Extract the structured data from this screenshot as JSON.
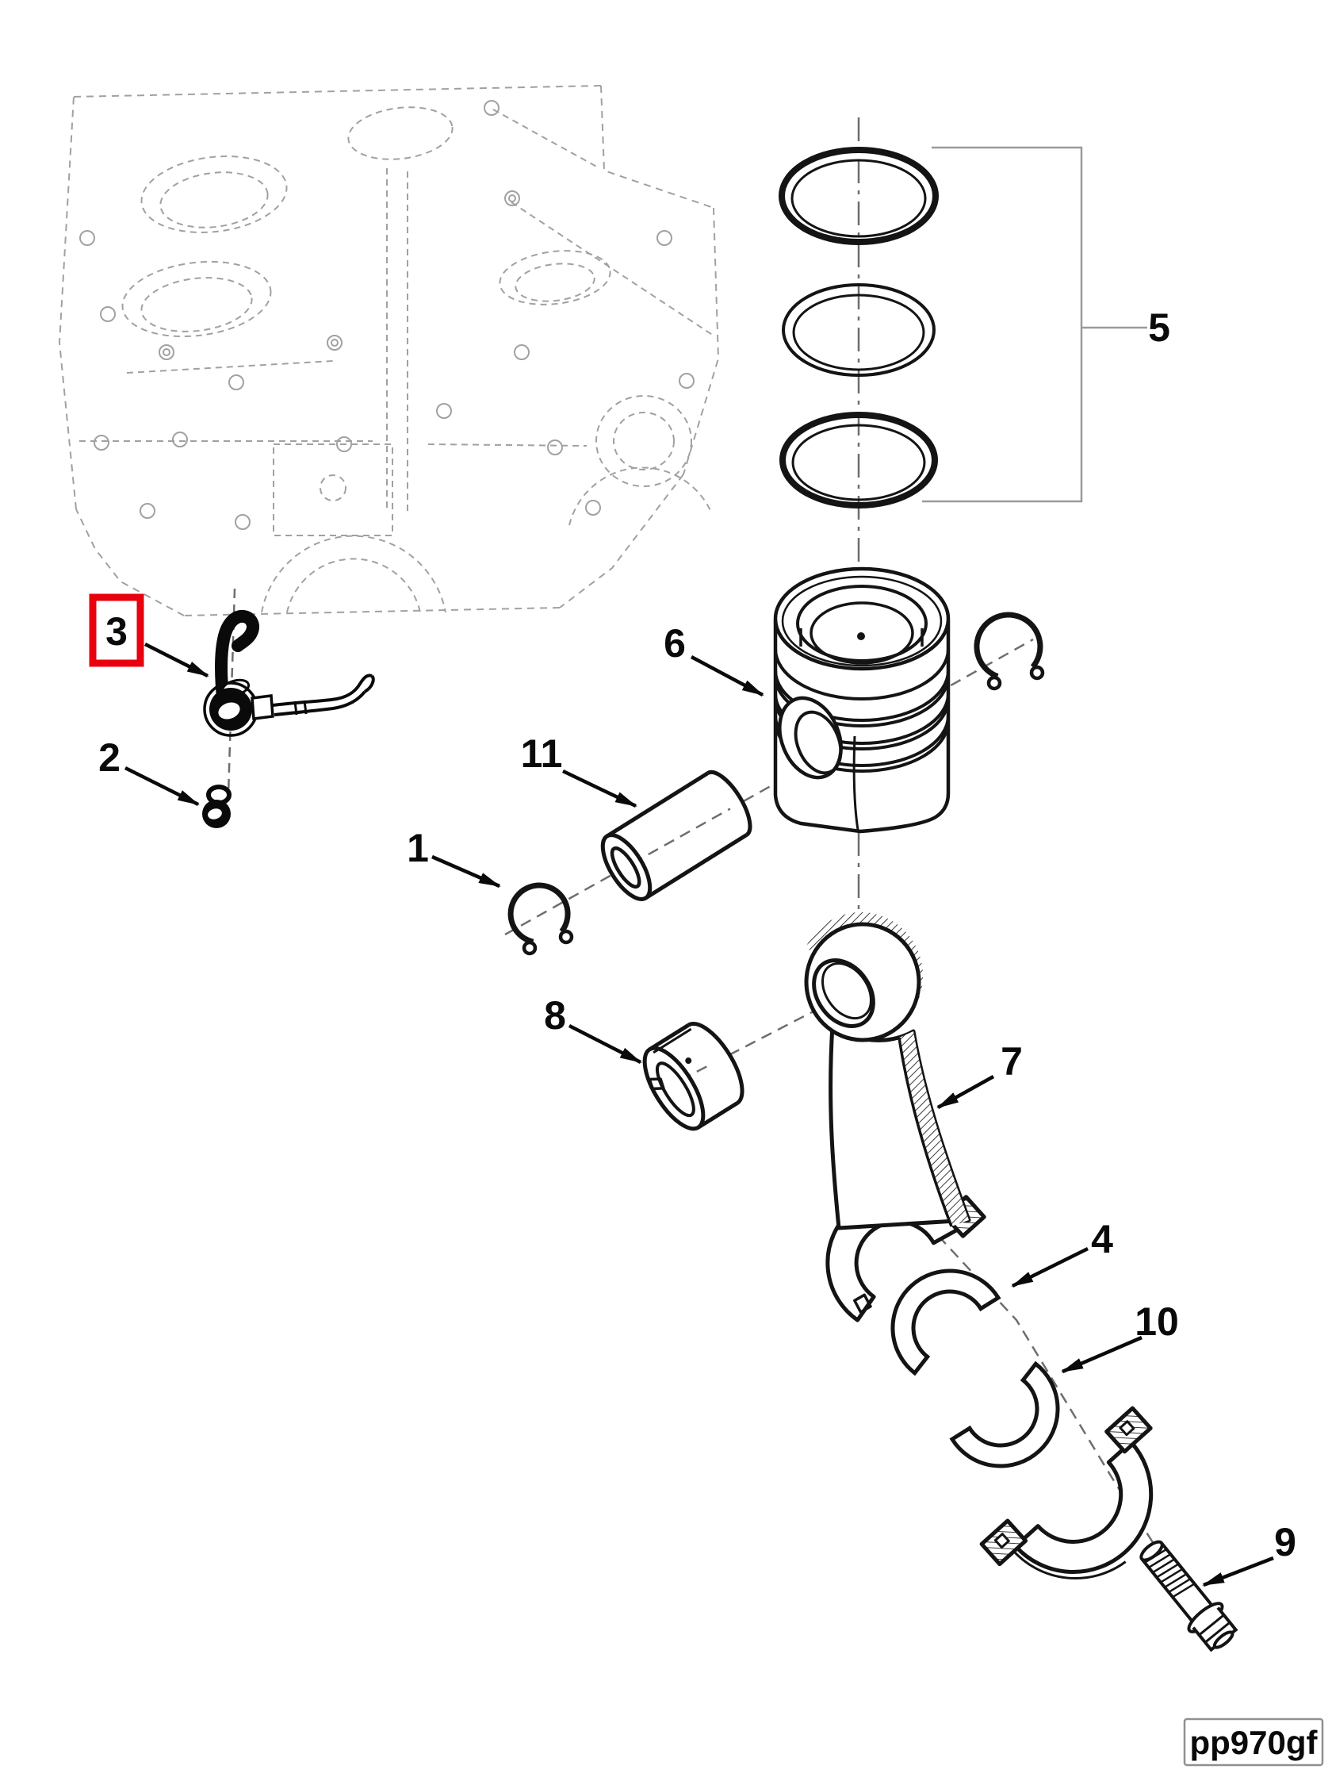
{
  "figure": {
    "type": "exploded-parts-diagram",
    "code_label": "pp970gf",
    "highlight_color": "#e8000f",
    "part_line_color": "#1a1a1a",
    "block_line_color": "#919191",
    "centerline_color": "#6e6e6e",
    "callouts": [
      {
        "label": "1",
        "part": "pin-retaining-ring"
      },
      {
        "label": "2",
        "part": "nozzle-screw"
      },
      {
        "label": "3",
        "part": "piston-cooling-nozzle",
        "highlighted": true
      },
      {
        "label": "4",
        "part": "upper-bearing-shell"
      },
      {
        "label": "5",
        "part": "piston-ring-set"
      },
      {
        "label": "6",
        "part": "piston"
      },
      {
        "label": "7",
        "part": "connecting-rod"
      },
      {
        "label": "8",
        "part": "rod-bushing"
      },
      {
        "label": "9",
        "part": "rod-cap-bolt"
      },
      {
        "label": "10",
        "part": "lower-bearing-shell"
      },
      {
        "label": "11",
        "part": "piston-pin"
      }
    ]
  }
}
